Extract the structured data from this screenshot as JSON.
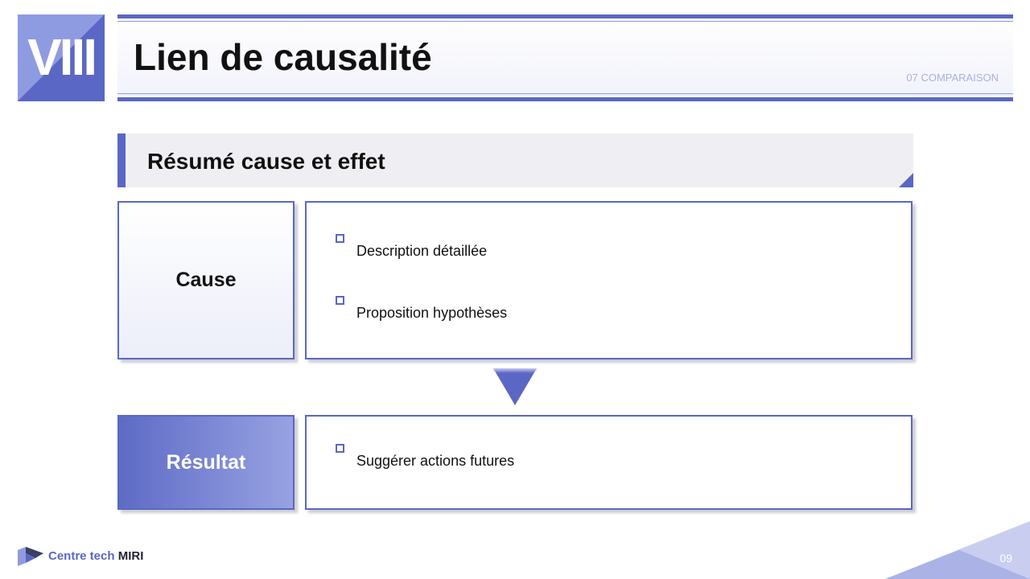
{
  "header": {
    "chapter_numeral": "VIII",
    "title": "Lien de causalité",
    "section_tag": "07 COMPARAISON"
  },
  "summary": {
    "title": "Résumé cause et effet"
  },
  "cause": {
    "label": "Cause",
    "items": [
      "Description détaillée",
      "Proposition hypothèses"
    ]
  },
  "result": {
    "label": "Résultat",
    "items": [
      "Suggérer actions futures"
    ]
  },
  "footer": {
    "org_name_colored": "Centre tech",
    "org_name_dark": "MIRI",
    "page_number": "09"
  },
  "colors": {
    "accent": "#5a67c4",
    "accent_light": "#8f9be0",
    "summary_bg": "#efeff3",
    "text": "#111111"
  }
}
